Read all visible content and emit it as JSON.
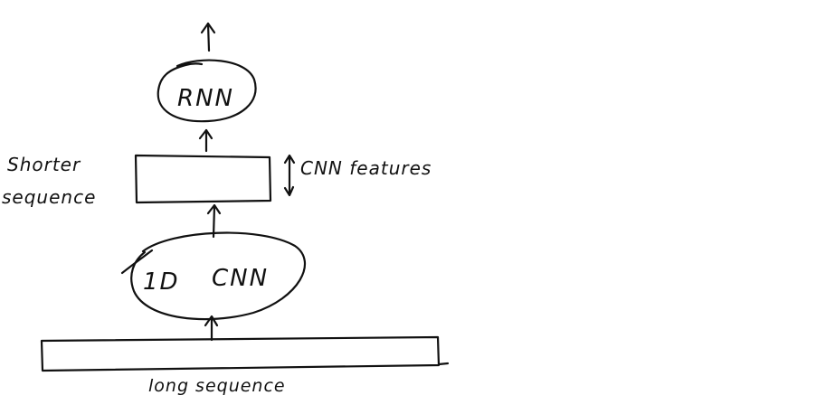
{
  "diagram": {
    "nodes": {
      "rnn": "RNN",
      "cnn_prefix": "1D",
      "cnn": "CNN"
    },
    "labels": {
      "shorter": "Shorter",
      "sequence": "sequence",
      "cnn_features": "CNN features",
      "long_sequence": "long sequence"
    },
    "ink_color": "#111111"
  }
}
